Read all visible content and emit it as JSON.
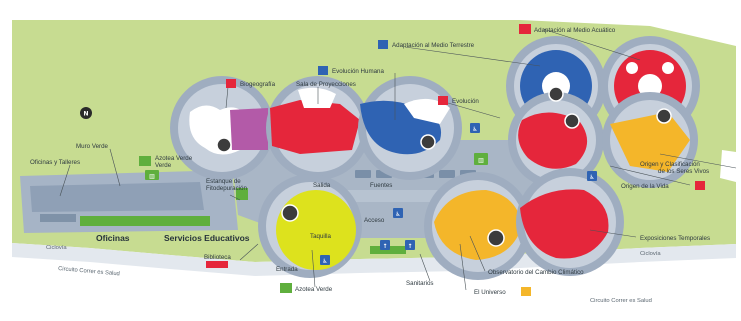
{
  "labels": {
    "adaptacion_acuatico": "Adaptación al Medio Acuático",
    "adaptacion_terrestre": "Adaptación al Medio Terrestre",
    "evolucion_humana": "Evolución Humana",
    "biogeografia": "Biogeografía",
    "sala_proyecciones": "Sala de Proyecciones",
    "evolucion": "Evolución",
    "muro_verde": "Muro Verde",
    "oficinas_talleres": "Oficinas y Talleres",
    "azotea_verde_top": "Azotea Verde",
    "estanque_line1": "Estanque de",
    "estanque_line2": "Fitodepuración",
    "oficinas": "Oficinas",
    "servicios_educativos": "Servicios Educativos",
    "salida": "Salida",
    "fuentes": "Fuentes",
    "acceso": "Acceso",
    "taquilla": "Taquilla",
    "biblioteca": "Biblioteca",
    "entrada": "Entrada",
    "azotea_verde_bottom": "Azotea Verde",
    "sanitarios": "Sanitarios",
    "el_universo": "El Universo",
    "observatorio": "Observatorio del Cambio Climático",
    "exposiciones_temporales": "Exposiciones Temporales",
    "origen_vida": "Origen de la Vida",
    "origen_clasificacion_line1": "Origen y Clasificación",
    "origen_clasificacion_line2": "de los Seres Vivos",
    "ciclovia_left": "Ciclovía",
    "ciclovia_right": "Ciclovía",
    "circuito_left": "Circuito Correr es Salud",
    "circuito_right": "Circuito Correr es Salud"
  },
  "colors": {
    "park": "#c7dc91",
    "building": "#a9b6c6",
    "red": "#e5263b",
    "blue": "#2f63b3",
    "yellow": "#f4b62a",
    "lime": "#dde21d",
    "purple": "#b35aa8",
    "green_accent": "#5faf3d",
    "road": "#dfe4ea"
  },
  "icons": [
    "information-icon",
    "accessible-icon",
    "restroom-icon",
    "exit-icon",
    "gallery-icon"
  ]
}
